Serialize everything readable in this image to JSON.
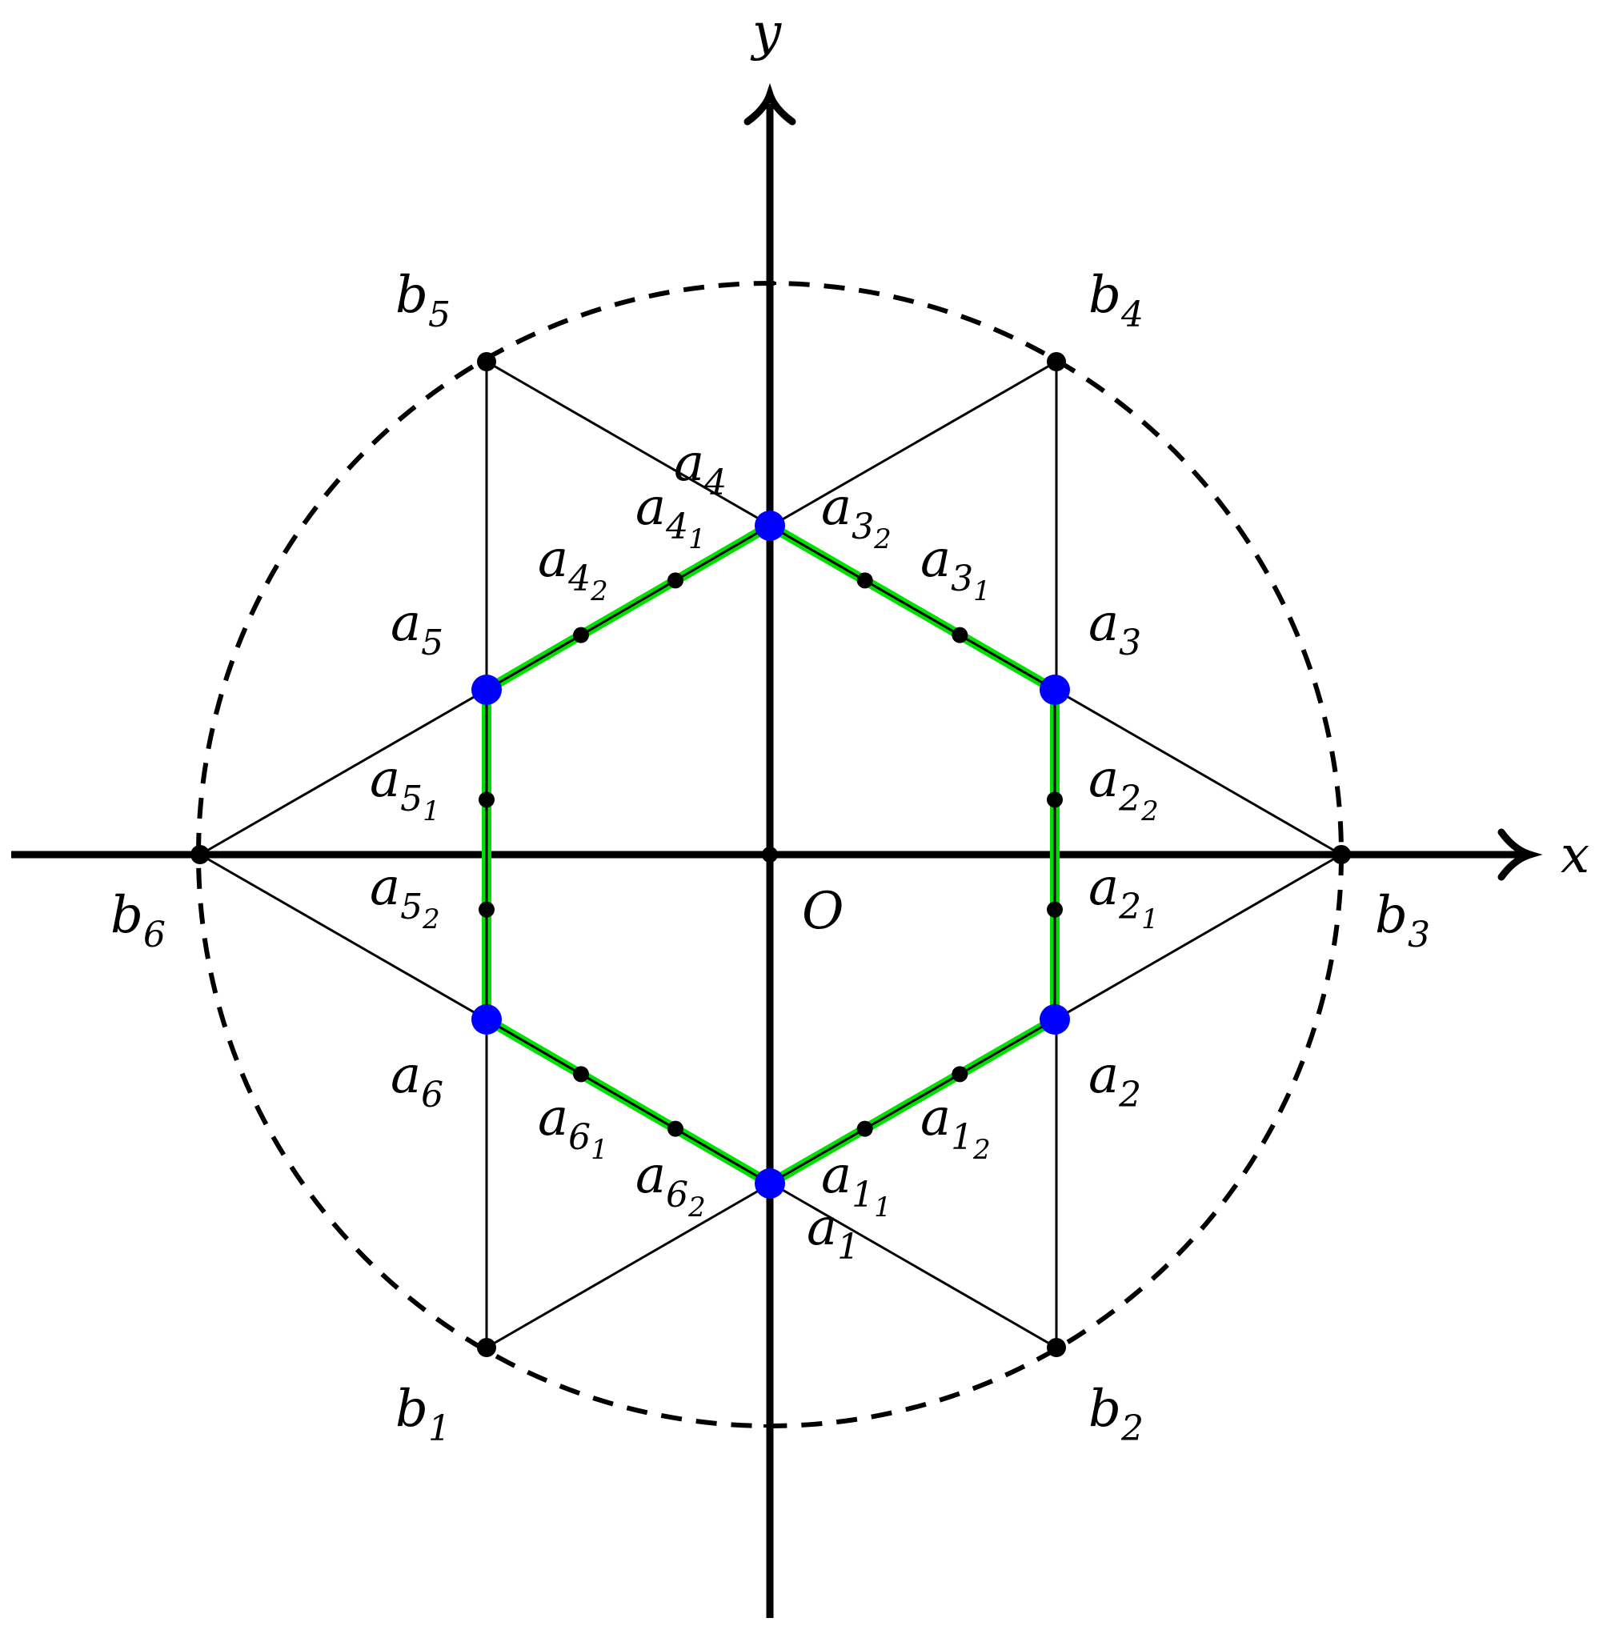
{
  "colors": {
    "axis": "#000000",
    "line": "#000000",
    "hexagon": "#00e000",
    "vertex": "#0000ff",
    "point": "#000000"
  },
  "axes": {
    "x_label": "x",
    "y_label": "y",
    "origin_label": "O"
  },
  "vertices": [
    {
      "id": "a1",
      "base": "a",
      "sub": "1"
    },
    {
      "id": "a2",
      "base": "a",
      "sub": "2"
    },
    {
      "id": "a3",
      "base": "a",
      "sub": "3"
    },
    {
      "id": "a4",
      "base": "a",
      "sub": "4"
    },
    {
      "id": "a5",
      "base": "a",
      "sub": "5"
    },
    {
      "id": "a6",
      "base": "a",
      "sub": "6"
    }
  ],
  "outer_points": [
    {
      "id": "b1",
      "base": "b",
      "sub": "1"
    },
    {
      "id": "b2",
      "base": "b",
      "sub": "2"
    },
    {
      "id": "b3",
      "base": "b",
      "sub": "3"
    },
    {
      "id": "b4",
      "base": "b",
      "sub": "4"
    },
    {
      "id": "b5",
      "base": "b",
      "sub": "5"
    },
    {
      "id": "b6",
      "base": "b",
      "sub": "6"
    }
  ],
  "edge_points": [
    {
      "id": "a11",
      "base": "a",
      "sub": "1",
      "subsub": "1"
    },
    {
      "id": "a12",
      "base": "a",
      "sub": "1",
      "subsub": "2"
    },
    {
      "id": "a21",
      "base": "a",
      "sub": "2",
      "subsub": "1"
    },
    {
      "id": "a22",
      "base": "a",
      "sub": "2",
      "subsub": "2"
    },
    {
      "id": "a31",
      "base": "a",
      "sub": "3",
      "subsub": "1"
    },
    {
      "id": "a32",
      "base": "a",
      "sub": "3",
      "subsub": "2"
    },
    {
      "id": "a41",
      "base": "a",
      "sub": "4",
      "subsub": "1"
    },
    {
      "id": "a42",
      "base": "a",
      "sub": "4",
      "subsub": "2"
    },
    {
      "id": "a51",
      "base": "a",
      "sub": "5",
      "subsub": "1"
    },
    {
      "id": "a52",
      "base": "a",
      "sub": "5",
      "subsub": "2"
    },
    {
      "id": "a61",
      "base": "a",
      "sub": "6",
      "subsub": "1"
    },
    {
      "id": "a62",
      "base": "a",
      "sub": "6",
      "subsub": "2"
    }
  ]
}
